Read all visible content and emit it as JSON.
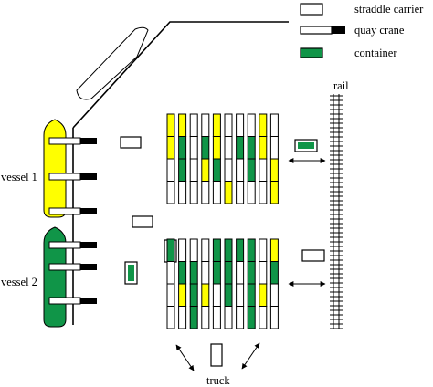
{
  "legend": {
    "straddle_carrier": "straddle carrier",
    "quay_crane": "quay crane",
    "container": "container"
  },
  "labels": {
    "vessel_1": "vessel 1",
    "vessel_2": "vessel 2",
    "rail": "rail",
    "truck": "truck"
  },
  "colors": {
    "vessel_1": "#ffff00",
    "vessel_2": "#109548",
    "container_yellow": "#ffff00",
    "container_green": "#109548",
    "outline": "#000000",
    "background": "#ffffff"
  },
  "yard_blocks": [
    {
      "id": "block-1",
      "rows": [
        [
          "yellow",
          "yellow",
          "empty",
          "empty",
          "yellow",
          "empty",
          "empty",
          "empty",
          "yellow",
          "empty"
        ],
        [
          "yellow",
          "green",
          "empty",
          "green",
          "yellow",
          "empty",
          "green",
          "green",
          "yellow",
          "empty"
        ],
        [
          "empty",
          "green",
          "empty",
          "yellow",
          "green",
          "empty",
          "empty",
          "green",
          "empty",
          "yellow"
        ],
        [
          "empty",
          "empty",
          "empty",
          "empty",
          "empty",
          "yellow",
          "empty",
          "empty",
          "empty",
          "yellow"
        ]
      ]
    },
    {
      "id": "block-2",
      "rows": [
        [
          "green",
          "empty",
          "empty",
          "empty",
          "green",
          "green",
          "green",
          "green",
          "empty",
          "yellow"
        ],
        [
          "empty",
          "green",
          "green",
          "empty",
          "green",
          "green",
          "empty",
          "green",
          "empty",
          "green"
        ],
        [
          "empty",
          "yellow",
          "green",
          "yellow",
          "empty",
          "green",
          "empty",
          "green",
          "yellow",
          "empty"
        ],
        [
          "empty",
          "empty",
          "green",
          "empty",
          "empty",
          "empty",
          "empty",
          "green",
          "empty",
          "empty"
        ]
      ]
    }
  ]
}
